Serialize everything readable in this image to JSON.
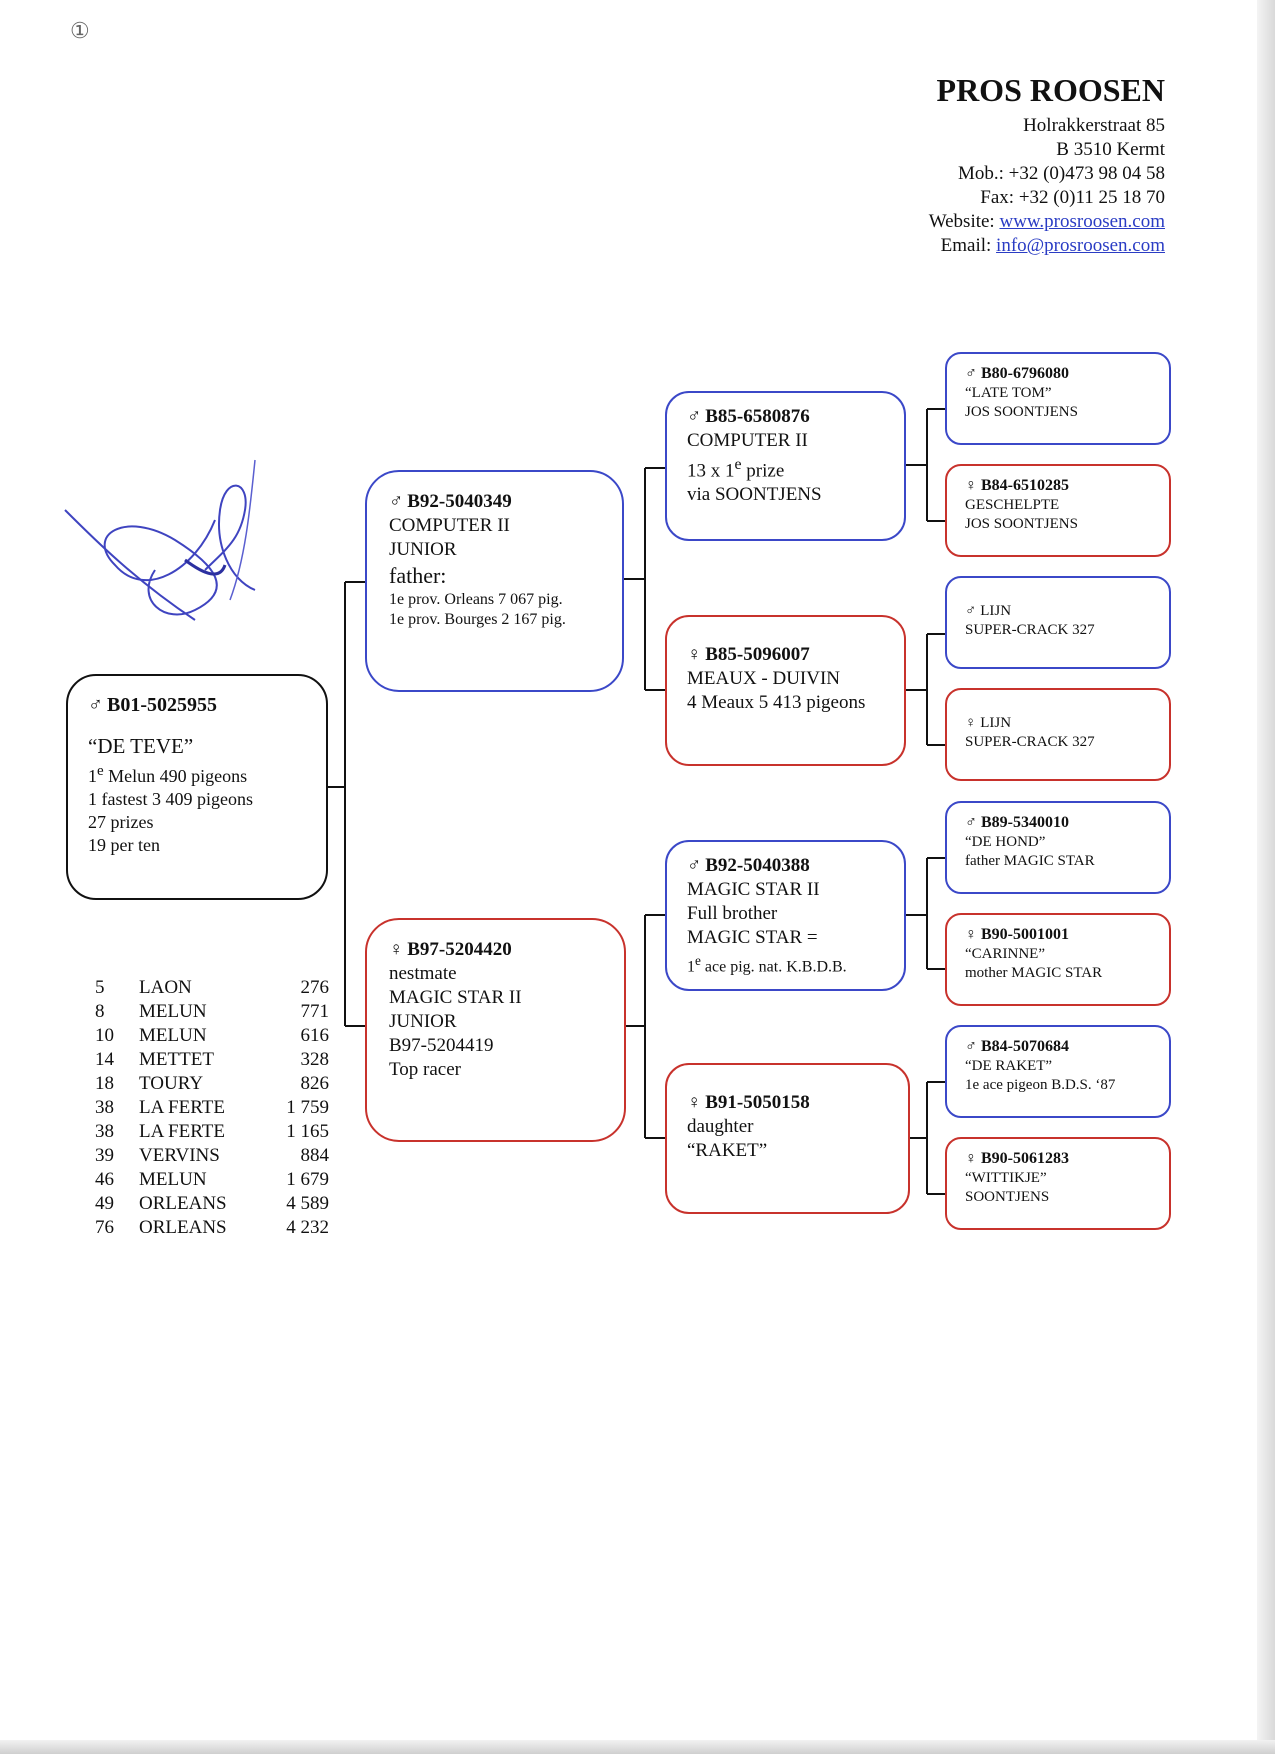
{
  "header": {
    "name": "PROS ROOSEN",
    "street": "Holrakkerstraat 85",
    "city": "B 3510 Kermt",
    "mobile": "Mob.: +32 (0)473 98 04 58",
    "fax": "Fax: +32 (0)11 25 18 70",
    "website_label": "Website:",
    "website": "www.prosroosen.com",
    "email_label": "Email:",
    "email": "info@prosroosen.com"
  },
  "symbols": {
    "cock": "♂",
    "hen": "♀"
  },
  "colors": {
    "cock_border": "#3b48c8",
    "hen_border": "#c8322c",
    "subject_border": "#111111",
    "link": "#2a3cc4"
  },
  "subject": {
    "ring": "B01-5025955",
    "name": "“DE TEVE”",
    "line1_prefix": "1",
    "line1_sup": "e",
    "line1_rest": " Melun 490 pigeons",
    "line2": "1 fastest 3 409 pigeons",
    "line3": "27 prizes",
    "line4": "19 per ten"
  },
  "sire": {
    "ring": "B92-5040349",
    "line1": "COMPUTER II",
    "line2": "JUNIOR",
    "line3": "father:",
    "line4": "1e prov. Orleans 7 067 pig.",
    "line5": "1e prov. Bourges 2 167 pig."
  },
  "dam": {
    "ring": "B97-5204420",
    "line1": "nestmate",
    "line2": "MAGIC STAR II",
    "line3": "JUNIOR",
    "line4": "B97-5204419",
    "line5": "Top racer"
  },
  "sire_sire": {
    "ring": "B85-6580876",
    "line1": "COMPUTER II",
    "line2_prefix": "13 x 1",
    "line2_sup": "e",
    "line2_rest": " prize",
    "line3": "via SOONTJENS"
  },
  "sire_dam": {
    "ring": "B85-5096007",
    "line1": "MEAUX - DUIVIN",
    "line2": "4 Meaux 5 413 pigeons"
  },
  "dam_sire": {
    "ring": "B92-5040388",
    "line1": "MAGIC STAR II",
    "line2": "Full brother",
    "line3": "MAGIC STAR =",
    "line4_prefix": "1",
    "line4_sup": "e",
    "line4_rest": " ace pig. nat. K.B.D.B."
  },
  "dam_dam": {
    "ring": "B91-5050158",
    "line1": "daughter",
    "line2": "“RAKET”"
  },
  "ggp": [
    {
      "ring": "B80-6796080",
      "line1": "“LATE TOM”",
      "line2": "JOS SOONTJENS"
    },
    {
      "ring": "B84-6510285",
      "line1": "GESCHELPTE",
      "line2": "JOS SOONTJENS"
    },
    {
      "ring": "LIJN",
      "line1": "SUPER-CRACK 327",
      "line2": ""
    },
    {
      "ring": "LIJN",
      "line1": "SUPER-CRACK 327",
      "line2": ""
    },
    {
      "ring": "B89-5340010",
      "line1": "“DE HOND”",
      "line2": "father MAGIC STAR"
    },
    {
      "ring": "B90-5001001",
      "line1": "“CARINNE”",
      "line2": "mother MAGIC STAR"
    },
    {
      "ring": "B84-5070684",
      "line1": "“DE RAKET”",
      "line2": "1e ace pigeon B.D.S. ‘87"
    },
    {
      "ring": "B90-5061283",
      "line1": "“WITTIKJE”",
      "line2": "SOONTJENS"
    }
  ],
  "results": [
    {
      "place": "5",
      "race": "LAON",
      "birds": "276"
    },
    {
      "place": "8",
      "race": "MELUN",
      "birds": "771"
    },
    {
      "place": "10",
      "race": "MELUN",
      "birds": "616"
    },
    {
      "place": "14",
      "race": "METTET",
      "birds": "328"
    },
    {
      "place": "18",
      "race": "TOURY",
      "birds": "826"
    },
    {
      "place": "38",
      "race": "LA FERTE",
      "birds": "1 759"
    },
    {
      "place": "38",
      "race": "LA FERTE",
      "birds": "1 165"
    },
    {
      "place": "39",
      "race": "VERVINS",
      "birds": "884"
    },
    {
      "place": "46",
      "race": "MELUN",
      "birds": "1 679"
    },
    {
      "place": "49",
      "race": "ORLEANS",
      "birds": "4 589"
    },
    {
      "place": "76",
      "race": "ORLEANS",
      "birds": "4 232"
    }
  ],
  "corner_mark": "①"
}
